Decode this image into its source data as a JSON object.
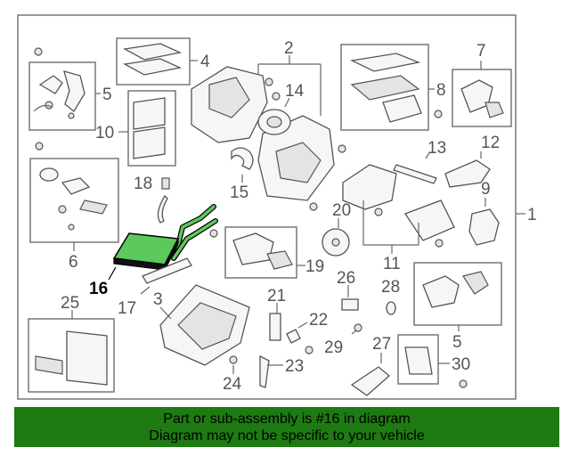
{
  "diagram": {
    "callouts": {
      "c1": "1",
      "c2": "2",
      "c3": "3",
      "c4": "4",
      "c5a": "5",
      "c5b": "5",
      "c6": "6",
      "c7": "7",
      "c8": "8",
      "c9": "9",
      "c10": "10",
      "c11": "11",
      "c12": "12",
      "c13": "13",
      "c14": "14",
      "c15": "15",
      "c16": "16",
      "c17": "17",
      "c18": "18",
      "c19": "19",
      "c20": "20",
      "c21": "21",
      "c22": "22",
      "c23": "23",
      "c24": "24",
      "c25": "25",
      "c26": "26",
      "c27": "27",
      "c28": "28",
      "c29": "29",
      "c30": "30"
    },
    "highlighted_part": "16",
    "colors": {
      "highlight": "#5cc95c",
      "banner": "#1e7a12"
    }
  },
  "banner": {
    "line1": "Part or sub-assembly is #16 in diagram",
    "line2": "Diagram may not be specific to your vehicle"
  }
}
